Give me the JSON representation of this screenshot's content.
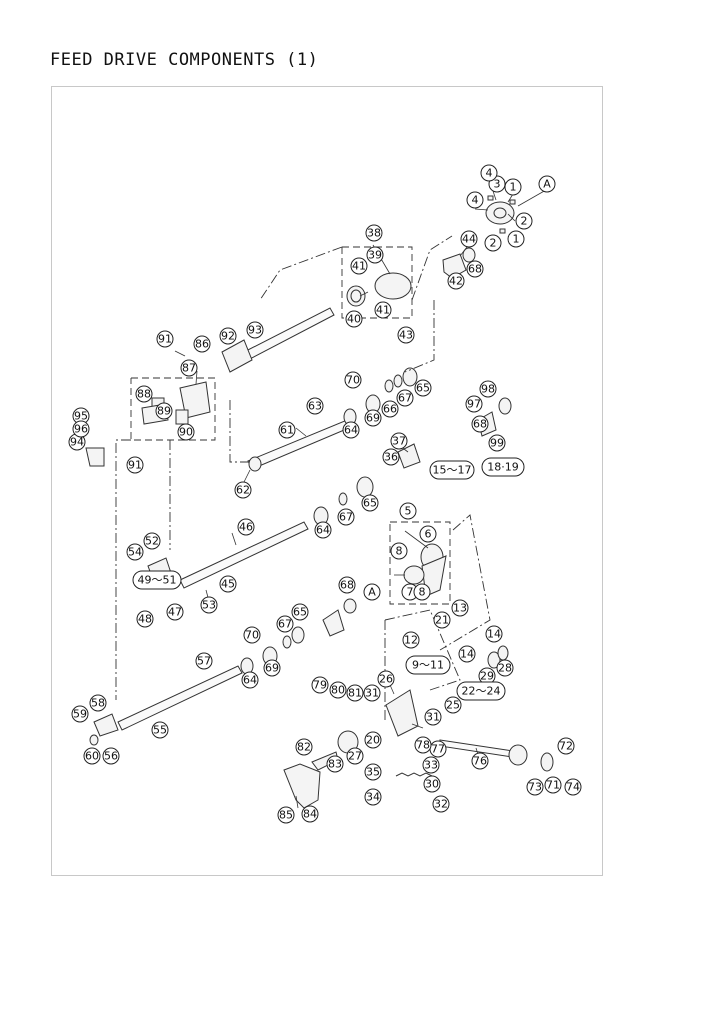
{
  "title": "FEED DRIVE COMPONENTS (1)",
  "callouts": [
    "1",
    "2",
    "3",
    "4",
    "5",
    "6",
    "7",
    "8",
    "12",
    "13",
    "14",
    "20",
    "21",
    "25",
    "26",
    "27",
    "28",
    "29",
    "30",
    "31",
    "32",
    "33",
    "34",
    "35",
    "36",
    "37",
    "38",
    "39",
    "40",
    "41",
    "42",
    "43",
    "44",
    "45",
    "46",
    "47",
    "48",
    "52",
    "53",
    "54",
    "55",
    "56",
    "57",
    "58",
    "59",
    "60",
    "61",
    "62",
    "63",
    "64",
    "65",
    "66",
    "67",
    "68",
    "69",
    "70",
    "71",
    "72",
    "73",
    "74",
    "76",
    "77",
    "78",
    "79",
    "80",
    "81",
    "82",
    "83",
    "84",
    "85",
    "86",
    "87",
    "88",
    "89",
    "90",
    "91",
    "92",
    "93",
    "94",
    "95",
    "96",
    "97",
    "98",
    "99",
    "A"
  ],
  "range_labels": [
    "15～17",
    "18·19",
    "49～51",
    "9～11",
    "22～24"
  ]
}
